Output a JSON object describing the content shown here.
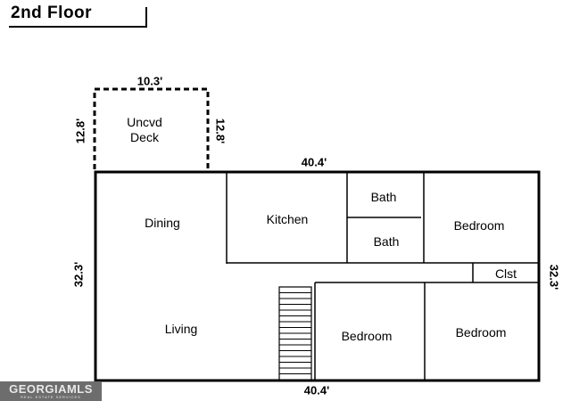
{
  "plan": {
    "title": "2nd Floor",
    "dimensions": {
      "deck_width": "10.3'",
      "deck_left": "12.8'",
      "deck_right": "12.8'",
      "top": "40.4'",
      "bottom": "40.4'",
      "left": "32.3'",
      "right": "32.3'"
    },
    "rooms": {
      "deck": "Uncvd\nDeck",
      "dining": "Dining",
      "kitchen": "Kitchen",
      "bath_upper": "Bath",
      "bath_lower": "Bath",
      "bedroom_top_right": "Bedroom",
      "closet": "Clst",
      "living": "Living",
      "bedroom_bottom_middle": "Bedroom",
      "bedroom_bottom_right": "Bedroom"
    }
  },
  "watermark": {
    "brand": "GEORGIAMLS",
    "tagline": "REAL ESTATE SERVICES"
  }
}
